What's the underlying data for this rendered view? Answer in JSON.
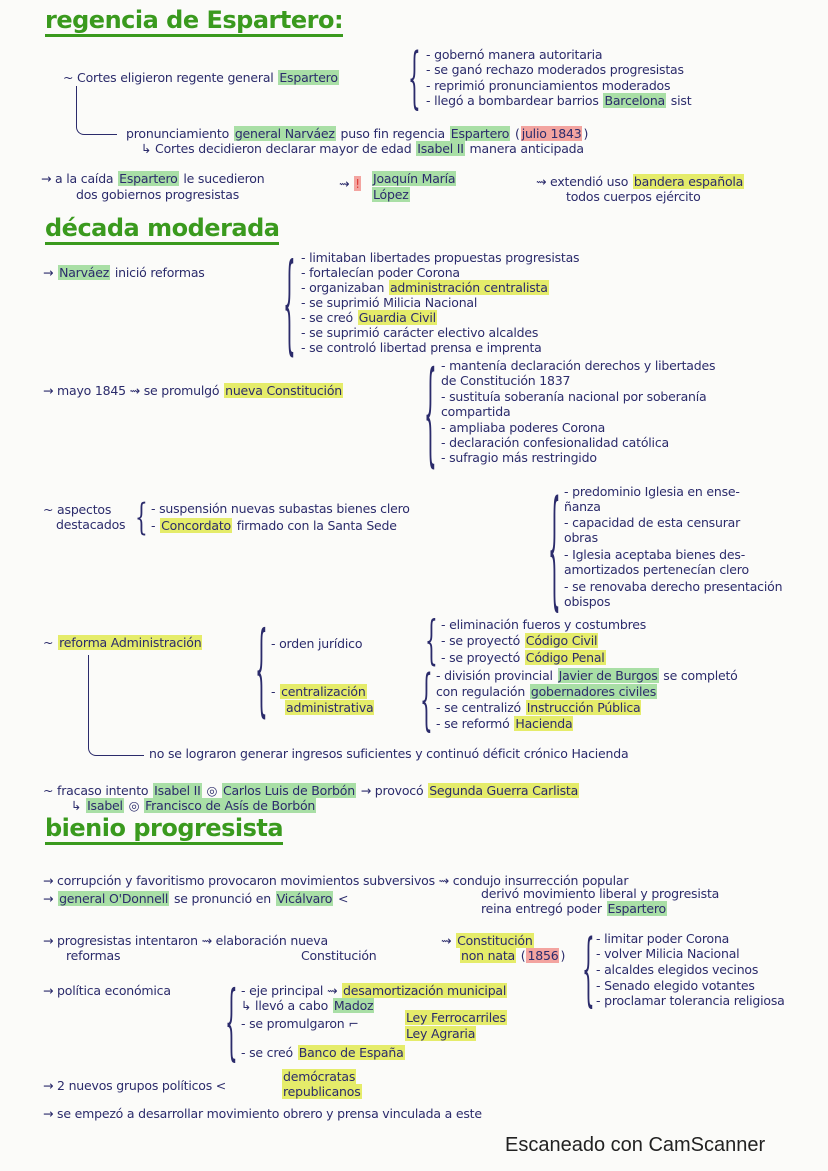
{
  "colors": {
    "green": "#a9dfa6",
    "yellow": "#e5ec6a",
    "red": "#f3a4a0",
    "ink": "#2b2b6b",
    "title": "#3a9a1e"
  },
  "titles": [
    "regencia de Espartero:",
    "década moderada",
    "bienio progresista"
  ],
  "footer": "Escaneado con CamScanner",
  "lines": [
    {
      "segs": [
        {
          "t": "~ Cortes eligieron regente general "
        },
        {
          "t": "Espartero",
          "hl": "green"
        }
      ]
    },
    {
      "segs": [
        {
          "t": "- gobernó manera autoritaria"
        }
      ]
    },
    {
      "segs": [
        {
          "t": "- se ganó rechazo moderados progresistas"
        }
      ]
    },
    {
      "segs": [
        {
          "t": "- reprimió pronunciamientos moderados"
        }
      ]
    },
    {
      "segs": [
        {
          "t": "- llegó a bombardear barrios "
        },
        {
          "t": "Barcelona",
          "hl": "green"
        },
        {
          "t": "  sist"
        }
      ]
    },
    {
      "segs": [
        {
          "t": "pronunciamiento "
        },
        {
          "t": "general Narváez",
          "hl": "green"
        },
        {
          "t": " puso fin regencia "
        },
        {
          "t": "Espartero",
          "hl": "green"
        },
        {
          "t": " ("
        },
        {
          "t": "julio 1843",
          "hl": "red"
        },
        {
          "t": ")"
        }
      ]
    },
    {
      "segs": [
        {
          "t": "↳ Cortes decidieron declarar mayor de edad "
        },
        {
          "t": "Isabel II",
          "hl": "green"
        },
        {
          "t": " manera anticipada"
        }
      ]
    },
    {
      "segs": [
        {
          "t": "→ a la caída "
        },
        {
          "t": "Espartero",
          "hl": "green"
        },
        {
          "t": " le sucedieron"
        }
      ]
    },
    {
      "segs": [
        {
          "t": "dos gobiernos progresistas"
        }
      ]
    },
    {
      "segs": [
        {
          "t": "⇝ "
        },
        {
          "t": "!",
          "hl": "red"
        }
      ]
    },
    {
      "segs": [
        {
          "t": "Joaquín María",
          "hl": "green"
        }
      ]
    },
    {
      "segs": [
        {
          "t": "López",
          "hl": "green"
        }
      ]
    },
    {
      "segs": [
        {
          "t": "⇝ extendió uso "
        },
        {
          "t": "bandera española",
          "hl": "yellow"
        }
      ]
    },
    {
      "segs": [
        {
          "t": "todos cuerpos ejército"
        }
      ]
    },
    {
      "segs": [
        {
          "t": "→ "
        },
        {
          "t": "Narváez",
          "hl": "green"
        },
        {
          "t": " inició reformas"
        }
      ]
    },
    {
      "segs": [
        {
          "t": "- limitaban libertades propuestas progresistas"
        }
      ]
    },
    {
      "segs": [
        {
          "t": "- fortalecían poder Corona"
        }
      ]
    },
    {
      "segs": [
        {
          "t": "- organizaban "
        },
        {
          "t": "administración centralista",
          "hl": "yellow"
        }
      ]
    },
    {
      "segs": [
        {
          "t": "- se suprimió Milicia Nacional"
        }
      ]
    },
    {
      "segs": [
        {
          "t": "- se creó "
        },
        {
          "t": "Guardia Civil",
          "hl": "yellow"
        }
      ]
    },
    {
      "segs": [
        {
          "t": "- se suprimió carácter electivo alcaldes"
        }
      ]
    },
    {
      "segs": [
        {
          "t": "- se controló libertad prensa e imprenta"
        }
      ]
    },
    {
      "segs": [
        {
          "t": "→ mayo 1845 ⇝ se promulgó "
        },
        {
          "t": "nueva Constitución",
          "hl": "yellow"
        }
      ]
    },
    {
      "segs": [
        {
          "t": "- mantenía declaración derechos y libertades"
        }
      ]
    },
    {
      "segs": [
        {
          "t": "  de Constitución 1837"
        }
      ]
    },
    {
      "segs": [
        {
          "t": "- sustituía soberanía nacional por soberanía"
        }
      ]
    },
    {
      "segs": [
        {
          "t": "  compartida"
        }
      ]
    },
    {
      "segs": [
        {
          "t": "- ampliaba poderes Corona"
        }
      ]
    },
    {
      "segs": [
        {
          "t": "- declaración confesionalidad católica"
        }
      ]
    },
    {
      "segs": [
        {
          "t": "- sufragio más restringido"
        }
      ]
    },
    {
      "segs": [
        {
          "t": "~ aspectos"
        }
      ]
    },
    {
      "segs": [
        {
          "t": "destacados"
        }
      ]
    },
    {
      "segs": [
        {
          "t": "- suspensión nuevas subastas bienes clero"
        }
      ]
    },
    {
      "segs": [
        {
          "t": "- "
        },
        {
          "t": "Concordato",
          "hl": "yellow"
        },
        {
          "t": " firmado con la Santa Sede"
        }
      ]
    },
    {
      "segs": [
        {
          "t": "- predominio Iglesia en ense-"
        }
      ]
    },
    {
      "segs": [
        {
          "t": "  ñanza"
        }
      ]
    },
    {
      "segs": [
        {
          "t": "- capacidad de esta censurar"
        }
      ]
    },
    {
      "segs": [
        {
          "t": "  obras"
        }
      ]
    },
    {
      "segs": [
        {
          "t": "- Iglesia aceptaba bienes des-"
        }
      ]
    },
    {
      "segs": [
        {
          "t": "  amortizados pertenecían clero"
        }
      ]
    },
    {
      "segs": [
        {
          "t": "- se renovaba derecho presentación"
        }
      ]
    },
    {
      "segs": [
        {
          "t": "  obispos"
        }
      ]
    },
    {
      "segs": [
        {
          "t": "~ "
        },
        {
          "t": "reforma Administración",
          "hl": "yellow"
        }
      ]
    },
    {
      "segs": [
        {
          "t": "- orden jurídico"
        }
      ]
    },
    {
      "segs": [
        {
          "t": "- eliminación fueros y costumbres"
        }
      ]
    },
    {
      "segs": [
        {
          "t": "- se proyectó "
        },
        {
          "t": "Código Civil",
          "hl": "yellow"
        }
      ]
    },
    {
      "segs": [
        {
          "t": "- se proyectó "
        },
        {
          "t": "Código Penal",
          "hl": "yellow"
        }
      ]
    },
    {
      "segs": [
        {
          "t": "- "
        },
        {
          "t": "centralización",
          "hl": "yellow"
        }
      ]
    },
    {
      "segs": [
        {
          "t": "administrativa",
          "hl": "yellow"
        }
      ]
    },
    {
      "segs": [
        {
          "t": "- división provincial "
        },
        {
          "t": "Javier de Burgos",
          "hl": "green"
        },
        {
          "t": " se completó"
        }
      ]
    },
    {
      "segs": [
        {
          "t": "  con regulación "
        },
        {
          "t": "gobernadores civiles",
          "hl": "green"
        }
      ]
    },
    {
      "segs": [
        {
          "t": "- se centralizó "
        },
        {
          "t": "Instrucción Pública",
          "hl": "yellow"
        }
      ]
    },
    {
      "segs": [
        {
          "t": "- se reformó "
        },
        {
          "t": "Hacienda",
          "hl": "yellow"
        }
      ]
    },
    {
      "segs": [
        {
          "t": "no se lograron generar ingresos suficientes y continuó déficit crónico Hacienda"
        }
      ]
    },
    {
      "segs": [
        {
          "t": "~ fracaso intento "
        },
        {
          "t": "Isabel II",
          "hl": "green"
        },
        {
          "t": " ◎ "
        },
        {
          "t": "Carlos Luis de Borbón",
          "hl": "green"
        },
        {
          "t": " → provocó "
        },
        {
          "t": "Segunda Guerra Carlista",
          "hl": "yellow"
        }
      ]
    },
    {
      "segs": [
        {
          "t": "↳ "
        },
        {
          "t": "Isabel",
          "hl": "green"
        },
        {
          "t": " ◎ "
        },
        {
          "t": "Francisco de Asís de Borbón",
          "hl": "green"
        }
      ]
    },
    {
      "segs": [
        {
          "t": "→ corrupción y favoritismo provocaron movimientos subversivos ⇝ condujo insurrección popular"
        }
      ]
    },
    {
      "segs": [
        {
          "t": "→ "
        },
        {
          "t": "general O'Donnell",
          "hl": "green"
        },
        {
          "t": " se pronunció en "
        },
        {
          "t": "Vicálvaro",
          "hl": "green"
        },
        {
          "t": " <"
        }
      ]
    },
    {
      "segs": [
        {
          "t": "derivó movimiento liberal y progresista"
        }
      ]
    },
    {
      "segs": [
        {
          "t": "reina entregó poder "
        },
        {
          "t": "Espartero",
          "hl": "green"
        }
      ]
    },
    {
      "segs": [
        {
          "t": "→ progresistas intentaron ⇝ elaboración nueva"
        }
      ]
    },
    {
      "segs": [
        {
          "t": "reformas"
        }
      ]
    },
    {
      "segs": [
        {
          "t": "Constitución"
        }
      ]
    },
    {
      "segs": [
        {
          "t": "⇝ "
        },
        {
          "t": "Constitución",
          "hl": "yellow"
        }
      ]
    },
    {
      "segs": [
        {
          "t": "non nata",
          "hl": "yellow"
        },
        {
          "t": " ("
        },
        {
          "t": "1856",
          "hl": "red"
        },
        {
          "t": ")"
        }
      ]
    },
    {
      "segs": [
        {
          "t": "- limitar poder Corona"
        }
      ]
    },
    {
      "segs": [
        {
          "t": "- volver Milicia Nacional"
        }
      ]
    },
    {
      "segs": [
        {
          "t": "- alcaldes elegidos vecinos"
        }
      ]
    },
    {
      "segs": [
        {
          "t": "- Senado elegido votantes"
        }
      ]
    },
    {
      "segs": [
        {
          "t": "- proclamar tolerancia religiosa"
        }
      ]
    },
    {
      "segs": [
        {
          "t": "→ política económica"
        }
      ]
    },
    {
      "segs": [
        {
          "t": "- eje principal ⇝ "
        },
        {
          "t": "desamortización municipal",
          "hl": "yellow"
        }
      ]
    },
    {
      "segs": [
        {
          "t": "↳ llevó a cabo            "
        },
        {
          "t": "Madoz",
          "hl": "green"
        }
      ]
    },
    {
      "segs": [
        {
          "t": "- se promulgaron  ⌐"
        }
      ]
    },
    {
      "segs": [
        {
          "t": "Ley Ferrocarriles",
          "hl": "yellow"
        }
      ]
    },
    {
      "segs": [
        {
          "t": "Ley Agraria",
          "hl": "yellow"
        }
      ]
    },
    {
      "segs": [
        {
          "t": "- se creó "
        },
        {
          "t": "Banco de España",
          "hl": "yellow"
        }
      ]
    },
    {
      "segs": [
        {
          "t": "→ 2 nuevos grupos políticos <"
        }
      ]
    },
    {
      "segs": [
        {
          "t": "demócratas",
          "hl": "yellow"
        }
      ]
    },
    {
      "segs": [
        {
          "t": "republicanos",
          "hl": "yellow"
        }
      ]
    },
    {
      "segs": [
        {
          "t": "→ se empezó a desarrollar movimiento obrero y prensa vinculada a este"
        }
      ]
    }
  ]
}
